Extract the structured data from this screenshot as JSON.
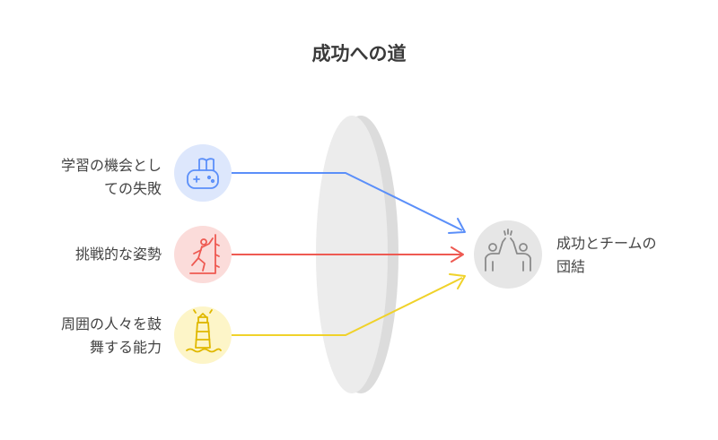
{
  "title": "成功への道",
  "inputs": [
    {
      "label_line1": "学習の機会とし",
      "label_line2": "ての失敗",
      "icon": "gamepad-book-icon",
      "color": "#5b8ff9",
      "bg": "#dde7fc"
    },
    {
      "label_line1": "挑戦的な姿勢",
      "label_line2": "",
      "icon": "climbing-person-icon",
      "color": "#ee5a52",
      "bg": "#fbdcda"
    },
    {
      "label_line1": "周囲の人々を鼓",
      "label_line2": "舞する能力",
      "icon": "lighthouse-icon",
      "color": "#f0d22a",
      "bg": "#fdf5c8"
    }
  ],
  "output": {
    "label_line1": "成功とチームの",
    "label_line2": "団結",
    "icon": "high-five-icon",
    "bg": "#e6e6e6"
  }
}
